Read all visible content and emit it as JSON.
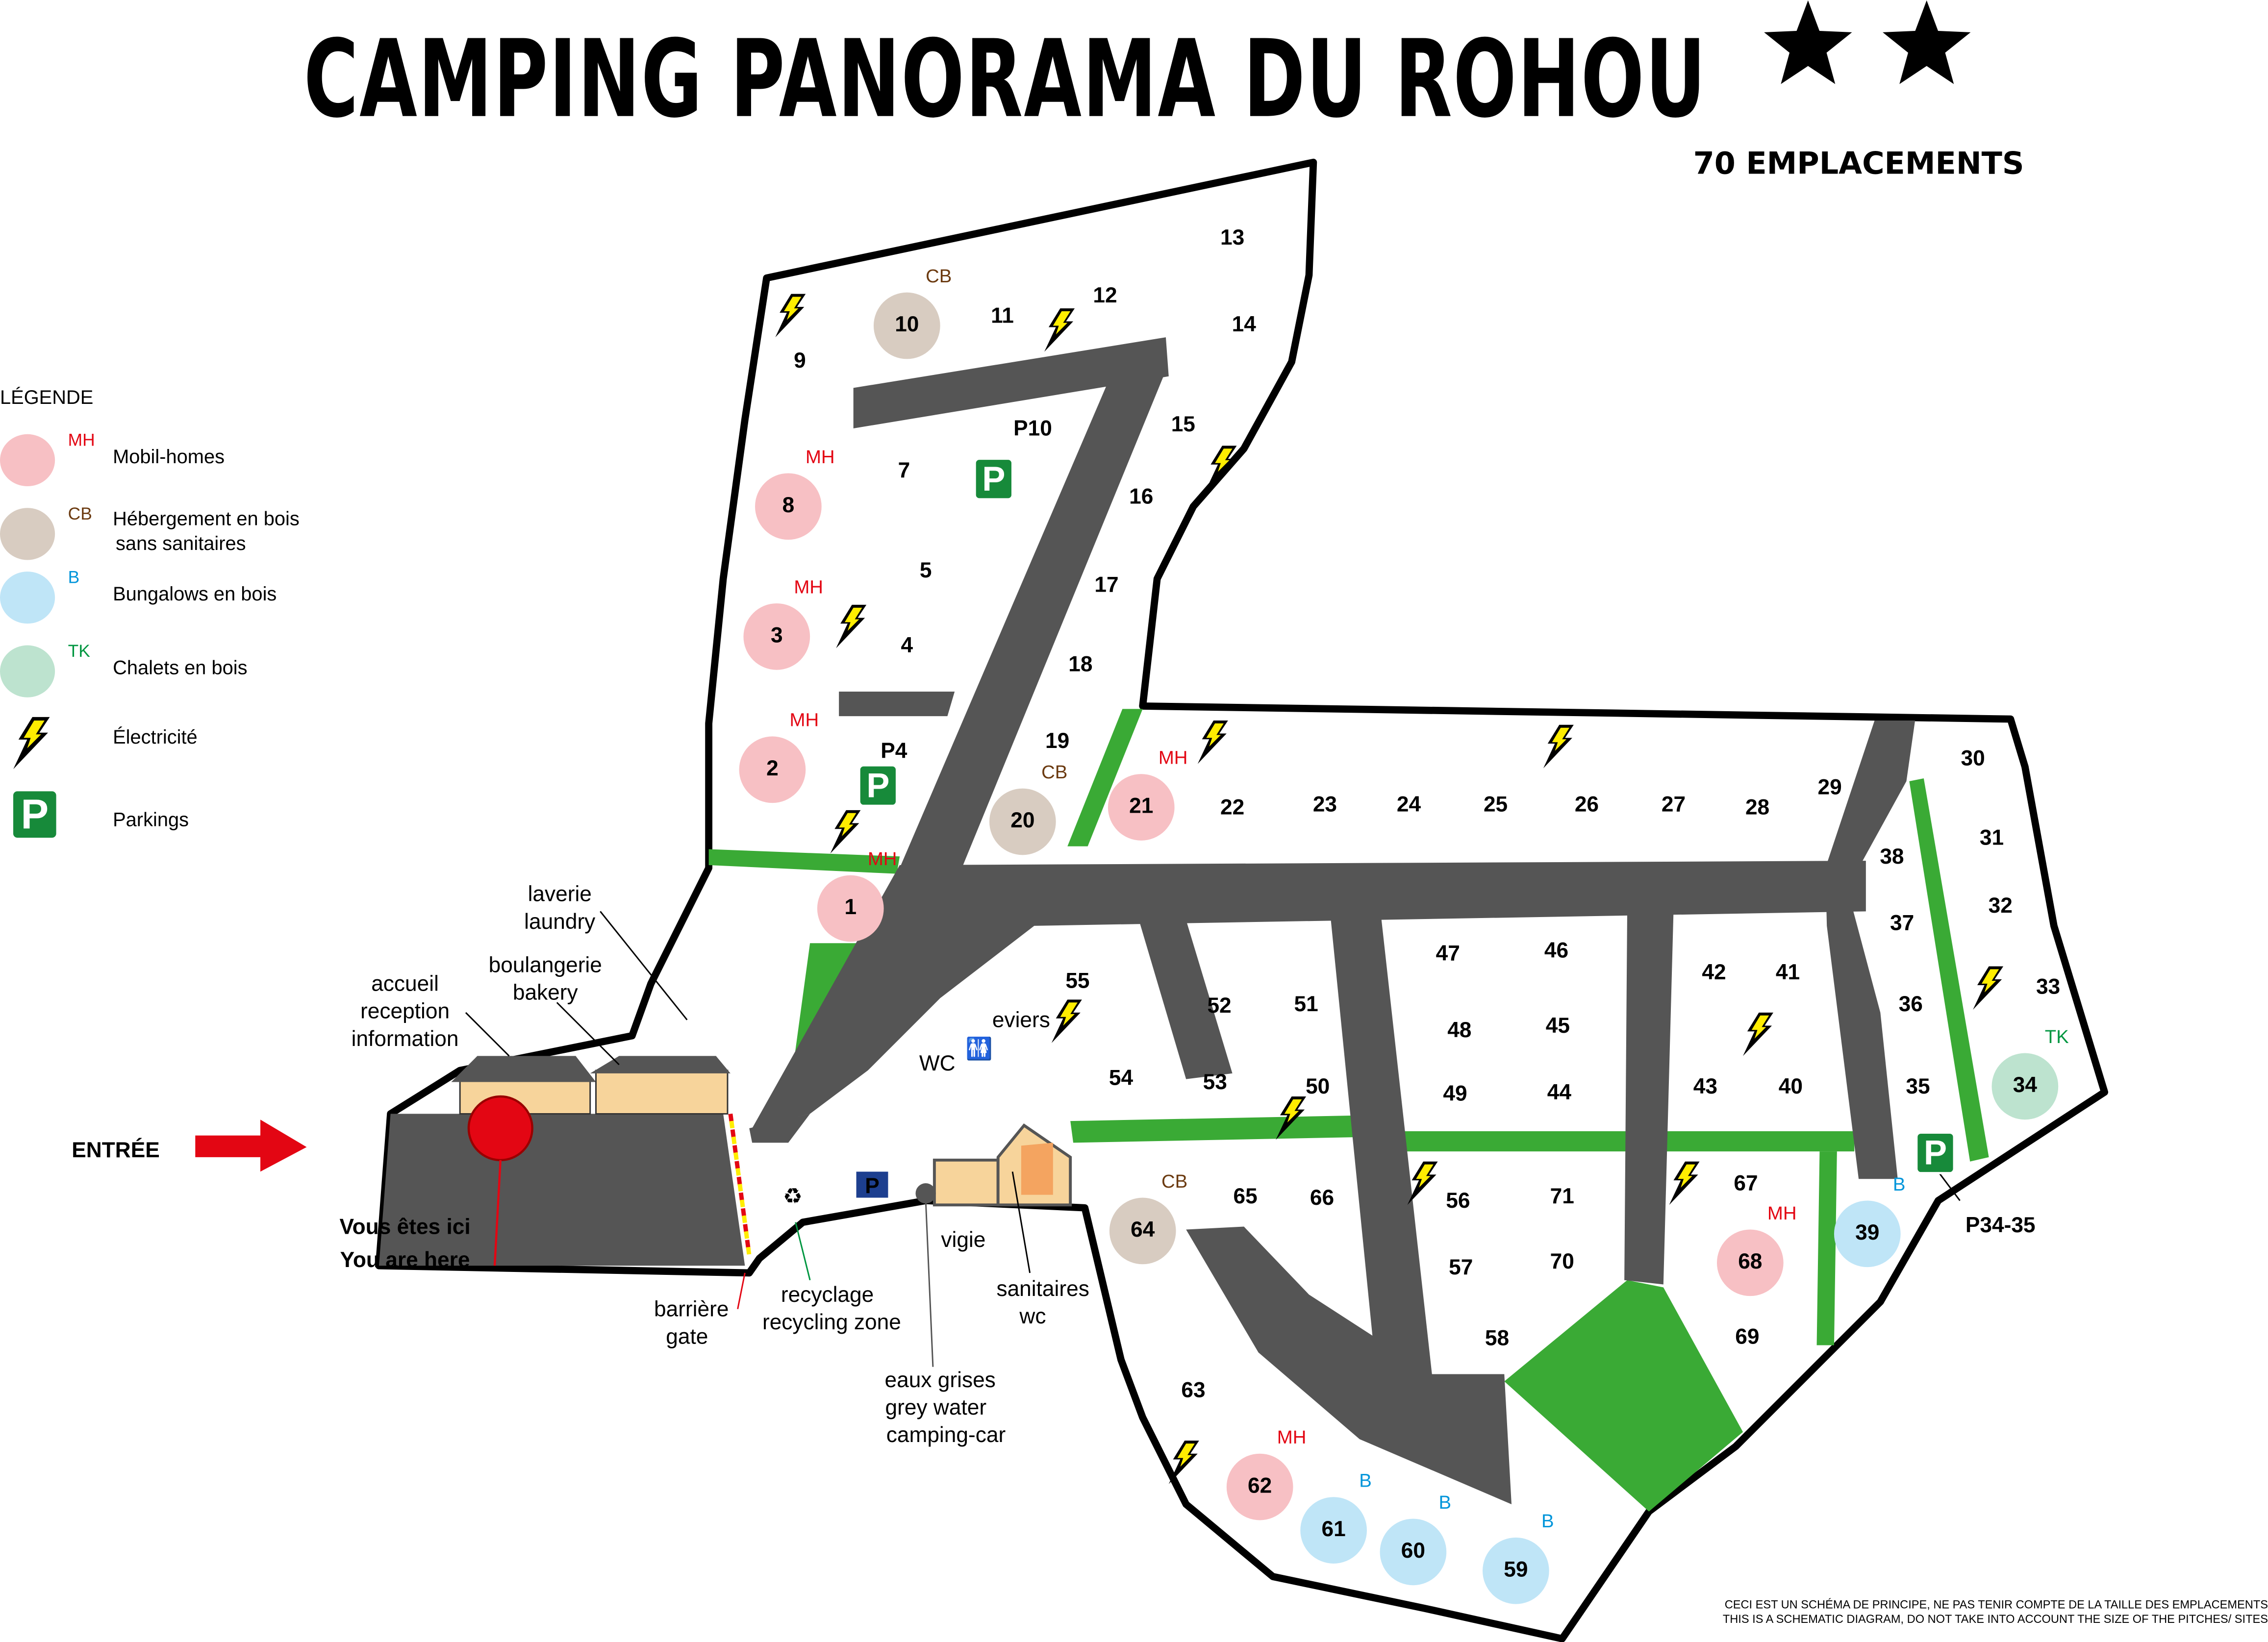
{
  "header": {
    "title": "CAMPING PANORAMA DU ROHOU",
    "stars": 2,
    "subtitle": "70 EMPLACEMENTS"
  },
  "colors": {
    "MH": "#f7c0c4",
    "MH_text": "#e30613",
    "CB": "#d8ccc1",
    "CB_text": "#6b3a10",
    "B": "#bfe5f7",
    "B_text": "#0095da",
    "TK": "#bde3cf",
    "TK_text": "#009640",
    "road": "#555555",
    "green": "#3aaa35",
    "parking": "#178a3a",
    "bolt": "#ffed00",
    "building": "#f7d49b",
    "here": "#e30613"
  },
  "legend": {
    "title": "LÉGENDE",
    "items": [
      {
        "code": "MH",
        "label": "Mobil-homes",
        "icon": "pink-circle"
      },
      {
        "code": "CB",
        "label": "Hébergement en bois",
        "label2": "sans sanitaires",
        "icon": "beige-circle"
      },
      {
        "code": "B",
        "label": "Bungalows en bois",
        "icon": "blue-circle"
      },
      {
        "code": "TK",
        "label": "Chalets en bois",
        "icon": "green-circle"
      },
      {
        "code": "",
        "label": "Électricité",
        "icon": "lightning-bolt-icon"
      },
      {
        "code": "",
        "label": "Parkings",
        "icon": "parking-icon"
      }
    ]
  },
  "pitches": [
    {
      "num": "1",
      "type": "MH"
    },
    {
      "num": "2",
      "type": "MH"
    },
    {
      "num": "3",
      "type": "MH"
    },
    {
      "num": "4"
    },
    {
      "num": "5"
    },
    {
      "num": "7"
    },
    {
      "num": "8",
      "type": "MH"
    },
    {
      "num": "9"
    },
    {
      "num": "10",
      "type": "CB"
    },
    {
      "num": "11"
    },
    {
      "num": "12"
    },
    {
      "num": "13"
    },
    {
      "num": "14"
    },
    {
      "num": "15"
    },
    {
      "num": "16"
    },
    {
      "num": "17"
    },
    {
      "num": "18"
    },
    {
      "num": "19"
    },
    {
      "num": "20",
      "type": "CB"
    },
    {
      "num": "21",
      "type": "MH"
    },
    {
      "num": "22"
    },
    {
      "num": "23"
    },
    {
      "num": "24"
    },
    {
      "num": "25"
    },
    {
      "num": "26"
    },
    {
      "num": "27"
    },
    {
      "num": "28"
    },
    {
      "num": "29"
    },
    {
      "num": "30"
    },
    {
      "num": "31"
    },
    {
      "num": "32"
    },
    {
      "num": "33"
    },
    {
      "num": "34",
      "type": "TK"
    },
    {
      "num": "35"
    },
    {
      "num": "36"
    },
    {
      "num": "37"
    },
    {
      "num": "38"
    },
    {
      "num": "39",
      "type": "B"
    },
    {
      "num": "40"
    },
    {
      "num": "41"
    },
    {
      "num": "42"
    },
    {
      "num": "43"
    },
    {
      "num": "44"
    },
    {
      "num": "45"
    },
    {
      "num": "46"
    },
    {
      "num": "47"
    },
    {
      "num": "48"
    },
    {
      "num": "49"
    },
    {
      "num": "50"
    },
    {
      "num": "51"
    },
    {
      "num": "52"
    },
    {
      "num": "53"
    },
    {
      "num": "54"
    },
    {
      "num": "55"
    },
    {
      "num": "56"
    },
    {
      "num": "57"
    },
    {
      "num": "58"
    },
    {
      "num": "59",
      "type": "B"
    },
    {
      "num": "60",
      "type": "B"
    },
    {
      "num": "61",
      "type": "B"
    },
    {
      "num": "62",
      "type": "MH"
    },
    {
      "num": "63"
    },
    {
      "num": "64",
      "type": "CB"
    },
    {
      "num": "65"
    },
    {
      "num": "66"
    },
    {
      "num": "67"
    },
    {
      "num": "68",
      "type": "MH"
    },
    {
      "num": "69"
    },
    {
      "num": "70"
    },
    {
      "num": "71"
    }
  ],
  "parkings": [
    {
      "label": "P10"
    },
    {
      "label": "P4"
    },
    {
      "label": "P34-35"
    }
  ],
  "annotations": {
    "laundry": [
      "laverie",
      "laundry"
    ],
    "bakery": [
      "boulangerie",
      "bakery"
    ],
    "reception": [
      "accueil",
      "reception",
      "information"
    ],
    "entrance": "ENTRÉE",
    "you_are_here": [
      "Vous êtes ici",
      "You are here"
    ],
    "gate": [
      "barrière",
      "gate"
    ],
    "recycling": [
      "recyclage",
      "recycling zone"
    ],
    "lookout": "vigie",
    "toilets": [
      "sanitaires",
      "wc"
    ],
    "grey_water": [
      "eaux grises",
      "grey water",
      "camping-car"
    ],
    "sinks": "eviers",
    "wc": "WC"
  },
  "footer": {
    "line1": "CECI EST UN SCHÉMA DE PRINCIPE, NE PAS TENIR COMPTE DE LA TAILLE DES EMPLACEMENTS",
    "line2": "THIS IS A SCHEMATIC DIAGRAM, DO NOT TAKE INTO ACCOUNT THE SIZE OF THE PITCHES/ SITES"
  }
}
